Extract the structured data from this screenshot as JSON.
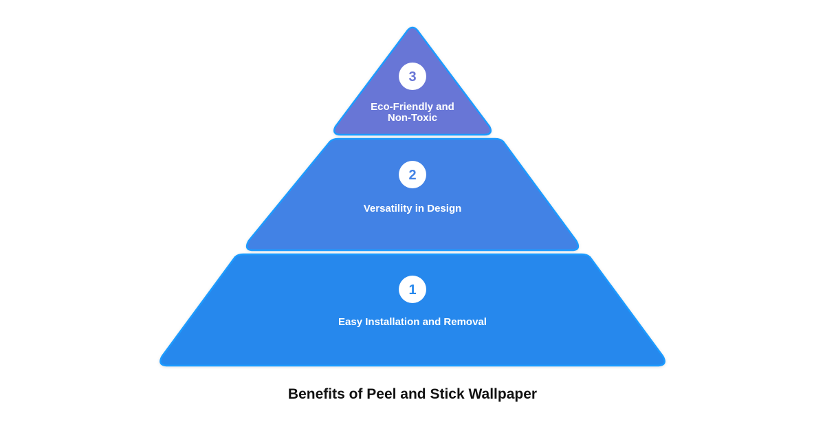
{
  "pyramid": {
    "tiers": [
      {
        "number": "3",
        "label_lines": [
          "Eco-Friendly and",
          "Non-Toxic"
        ],
        "fill": "#6876D6",
        "number_color": "#6876D6"
      },
      {
        "number": "2",
        "label_lines": [
          "Versatility in Design"
        ],
        "fill": "#4282E5",
        "number_color": "#4282E5"
      },
      {
        "number": "1",
        "label_lines": [
          "Easy Installation and Removal"
        ],
        "fill": "#2588ED",
        "number_color": "#2588ED"
      }
    ],
    "stroke": "#1E9BFF",
    "badge_fill": "#FFFFFF"
  },
  "caption": "Benefits of Peel and Stick Wallpaper"
}
